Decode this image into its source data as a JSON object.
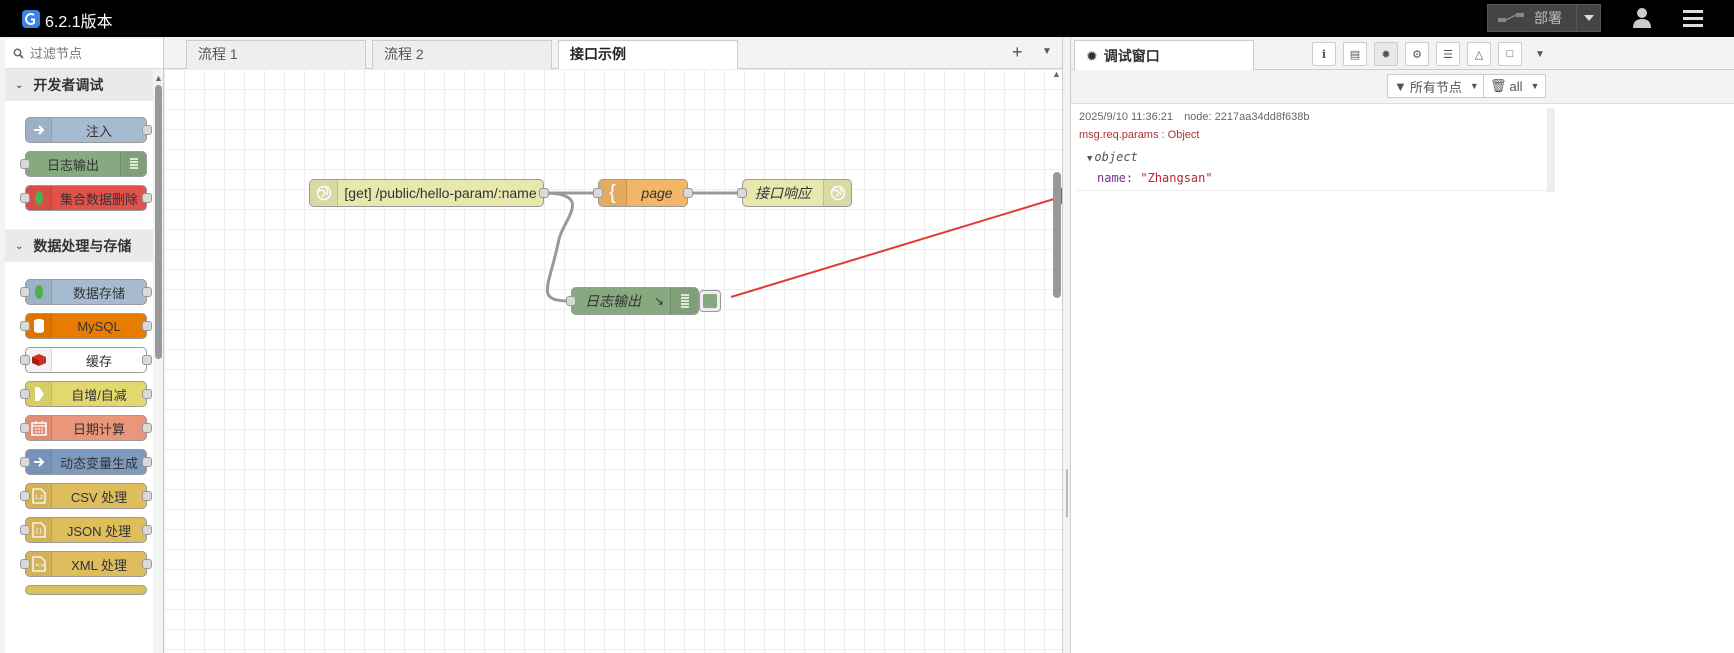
{
  "header": {
    "title": "6.2.1版本",
    "deploy_label": "部署"
  },
  "palette": {
    "filter_placeholder": "过滤节点",
    "categories": [
      {
        "label": "开发者调试",
        "nodes": [
          "注入",
          "日志输出",
          "集合数据删除"
        ]
      },
      {
        "label": "数据处理与存储",
        "nodes": [
          "数据存储",
          "MySQL",
          "缓存",
          "自增/自减",
          "日期计算",
          "动态变量生成",
          "CSV 处理",
          "JSON 处理",
          "XML 处理"
        ]
      }
    ]
  },
  "colors": {
    "inject": "#a6bbcf",
    "debug": "#87a980",
    "delete": "#e2524b",
    "store": "#a6bbcf",
    "mysql": "#e97b00",
    "cache": "#ffffff",
    "incr": "#e2d96e",
    "date": "#e9967a",
    "var": "#7d9bc1",
    "csv": "#debd5c",
    "json": "#debd5c",
    "xml": "#debd5c",
    "http_in": "#e7e7ae",
    "template": "#f3b567",
    "http_out": "#e7e7ae"
  },
  "workspace": {
    "tabs": [
      "流程 1",
      "流程 2",
      "接口示例"
    ],
    "nodes": {
      "http_in": "[get] /public/hello-param/:name",
      "template": "page",
      "http_out": "接口响应",
      "debug": "日志输出"
    }
  },
  "sidebar": {
    "tab_label": "调试窗口",
    "filter_nodes": "所有节点",
    "filter_level": "all",
    "message": {
      "timestamp": "2025/9/10 11:36:21",
      "node": "node: 2217aa34dd8f638b",
      "topic": "msg.req.params : Object",
      "object_label": "object",
      "prop_key": "name: ",
      "prop_value": "\"Zhangsan\""
    }
  }
}
